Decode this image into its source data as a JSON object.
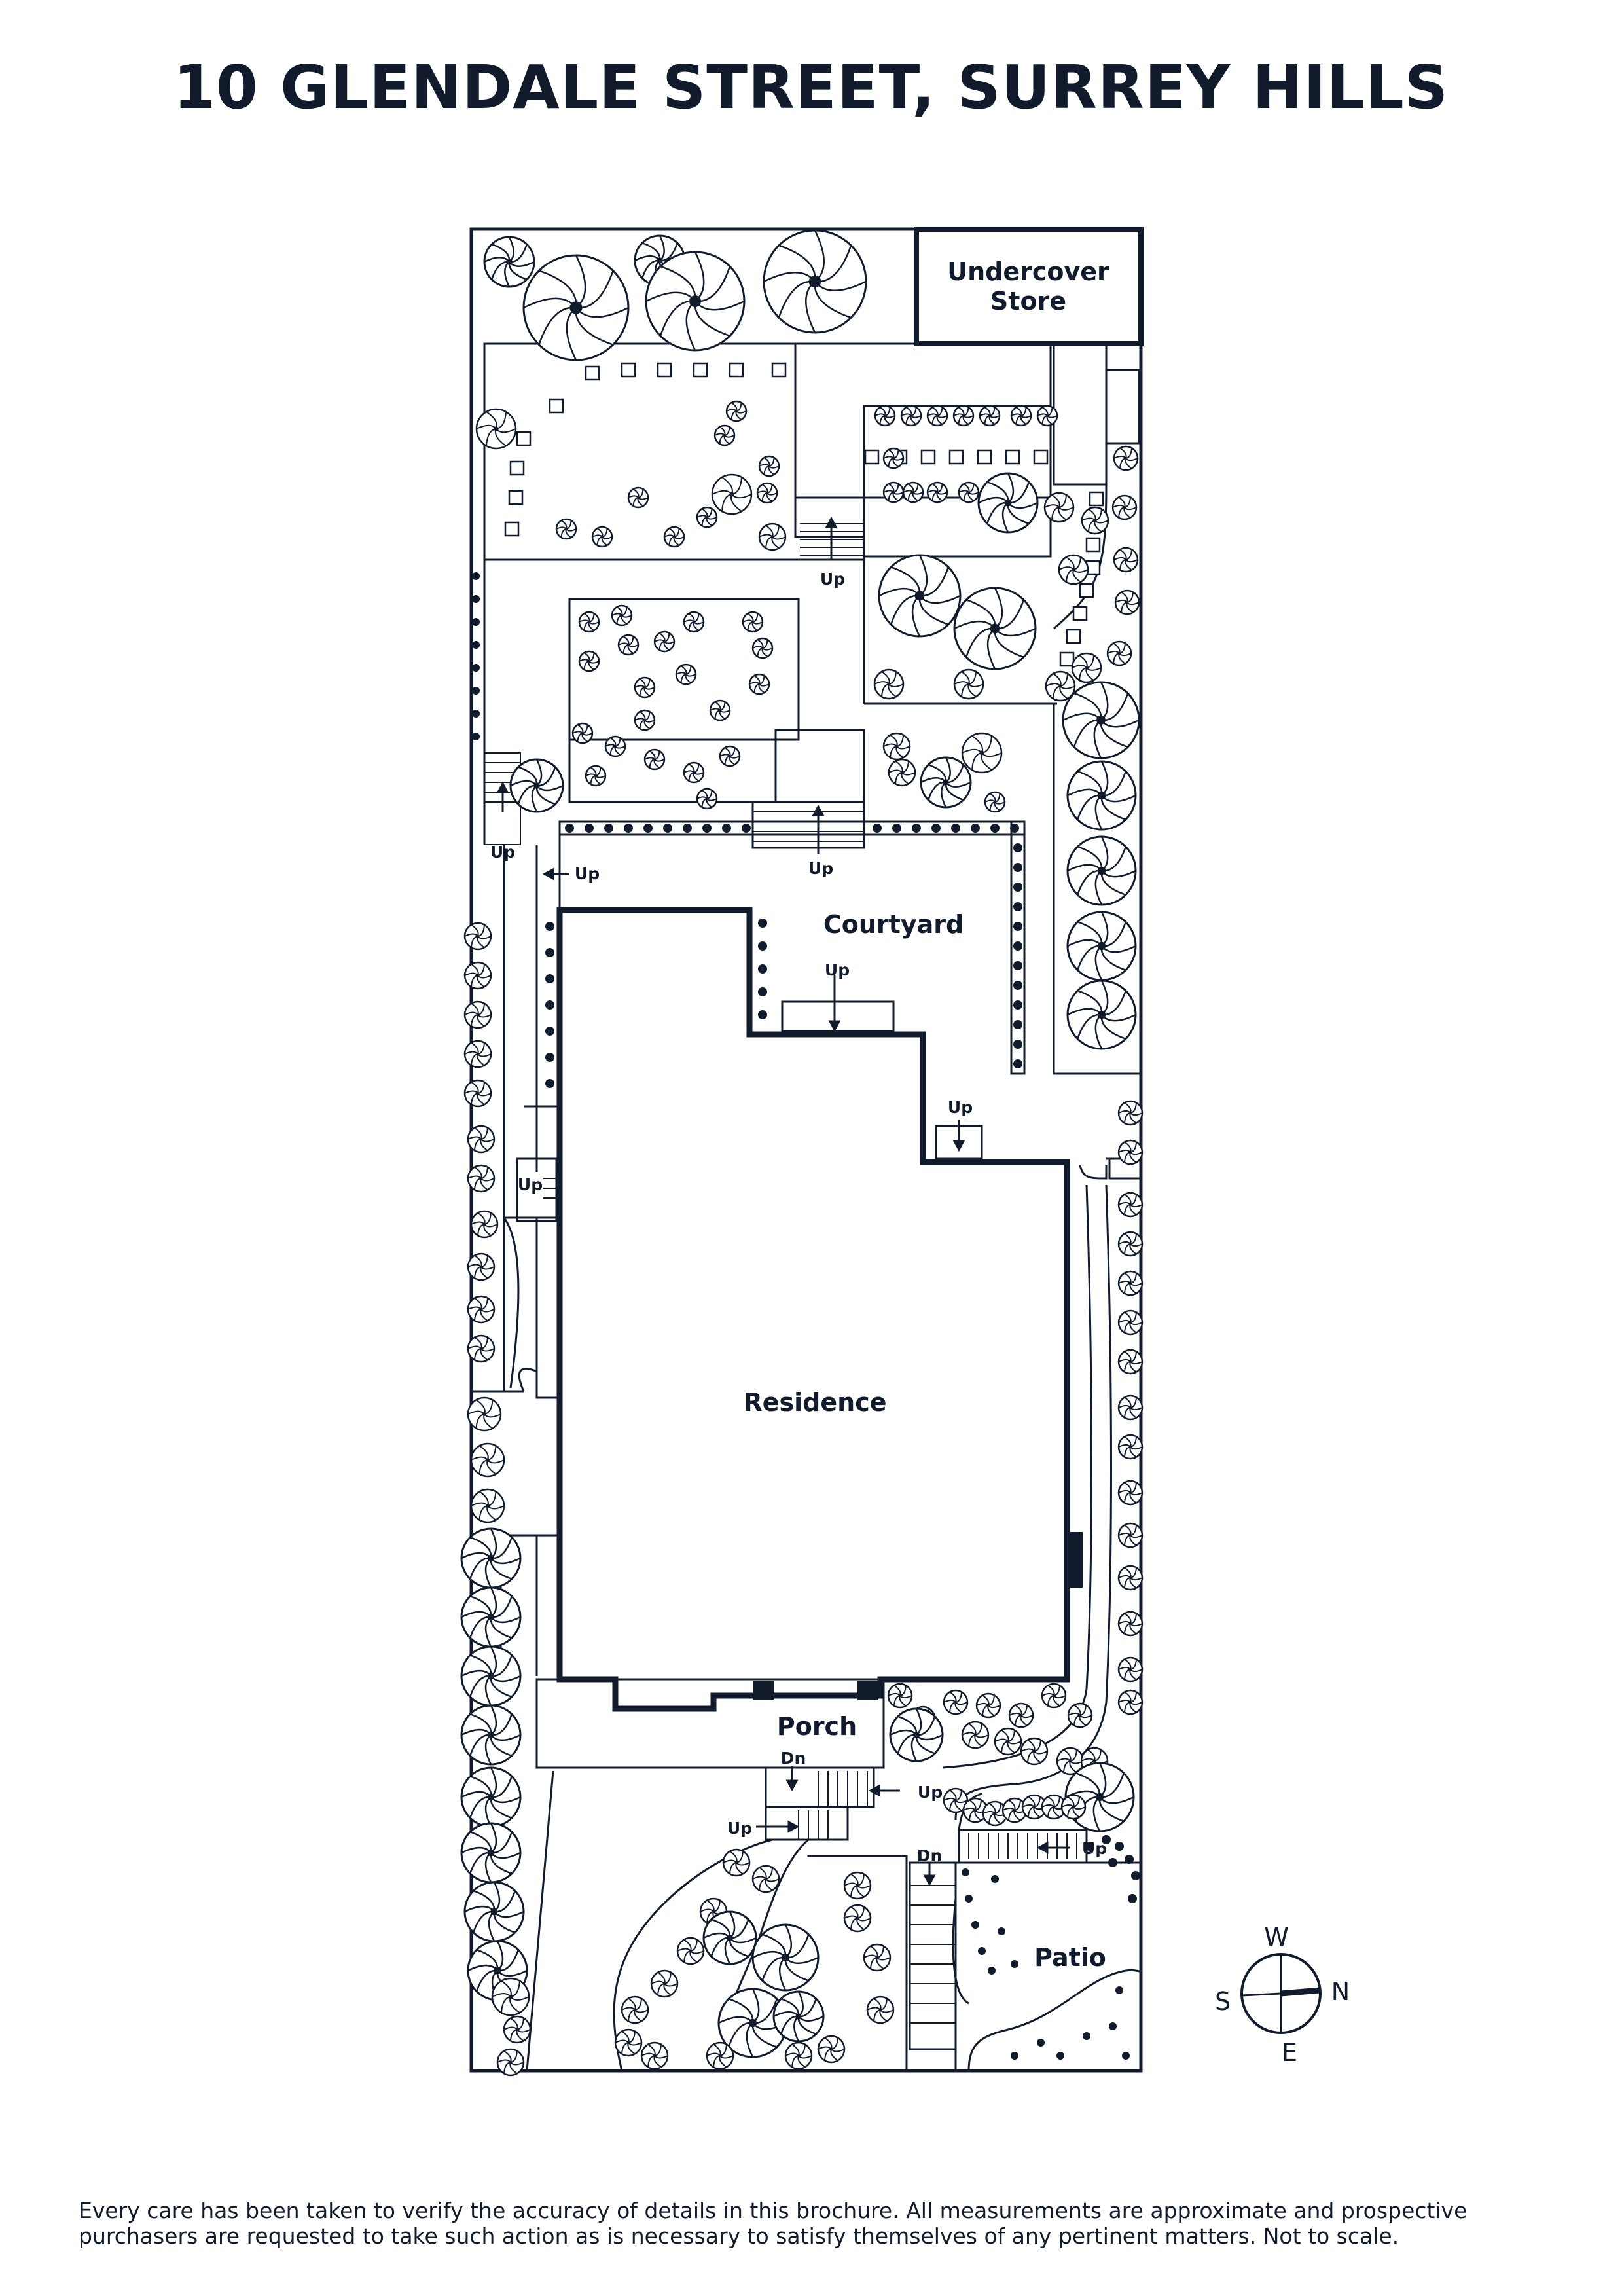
{
  "title": "10 GLENDALE STREET, SURREY HILLS",
  "rooms": {
    "undercover_store_line1": "Undercover",
    "undercover_store_line2": "Store",
    "courtyard": "Courtyard",
    "residence": "Residence",
    "porch": "Porch",
    "patio": "Patio"
  },
  "stair_labels": {
    "up": "Up",
    "dn": "Dn"
  },
  "compass": {
    "n": "N",
    "s": "S",
    "e": "E",
    "w": "W"
  },
  "disclaimer": {
    "line1": "Every care has been taken to verify the accuracy of details in this brochure. All measurements are approximate and prospective",
    "line2": "purchasers are requested to take such action as is necessary to satisfy themselves of any pertinent matters. Not to scale."
  },
  "colors": {
    "ink": "#111b2c",
    "background": "#ffffff"
  }
}
